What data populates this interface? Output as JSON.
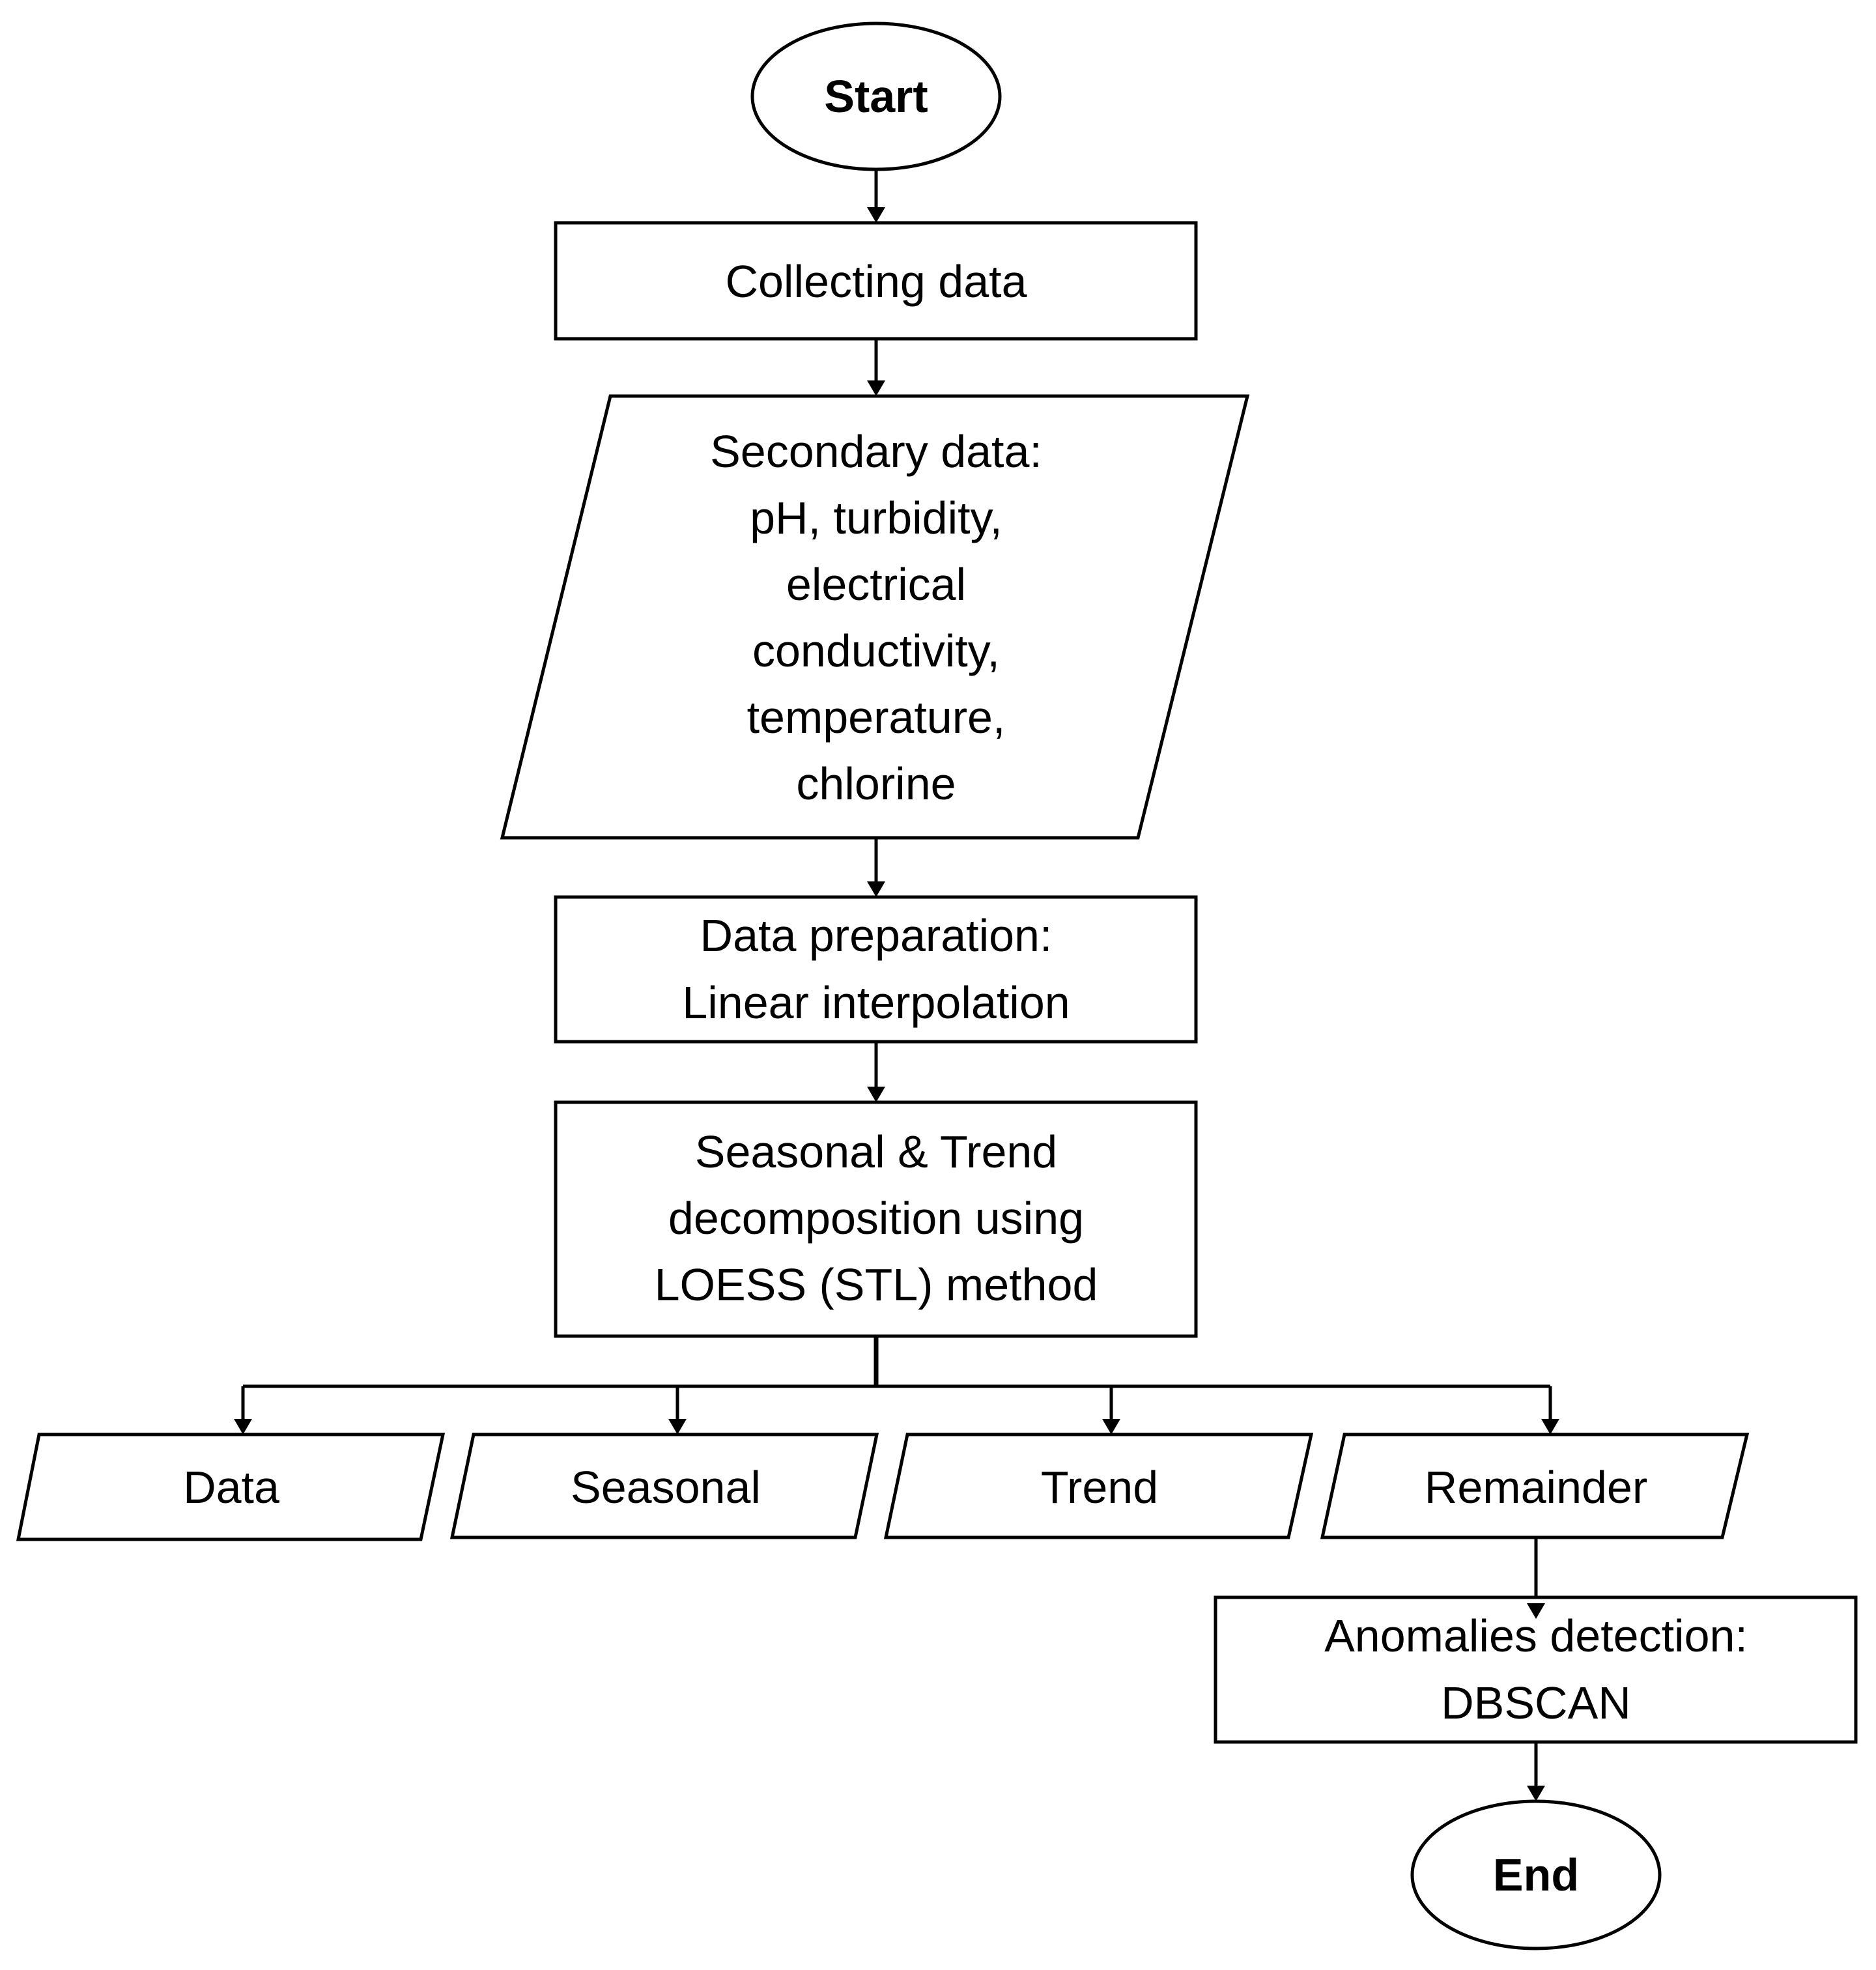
{
  "diagram": {
    "start": "Start",
    "collecting": "Collecting data",
    "secondary": {
      "line1": "Secondary data:",
      "line2": "pH, turbidity,",
      "line3": "electrical",
      "line4": "conductivity,",
      "line5": "temperature,",
      "line6": "chlorine"
    },
    "preparation": {
      "line1": "Data preparation:",
      "line2": "Linear interpolation"
    },
    "stl": {
      "line1": "Seasonal & Trend",
      "line2": "decomposition using",
      "line3": "LOESS (STL) method"
    },
    "outputs": {
      "data": "Data",
      "seasonal": "Seasonal",
      "trend": "Trend",
      "remainder": "Remainder"
    },
    "anomalies": {
      "line1": "Anomalies detection:",
      "line2": "DBSCAN"
    },
    "end": "End"
  }
}
